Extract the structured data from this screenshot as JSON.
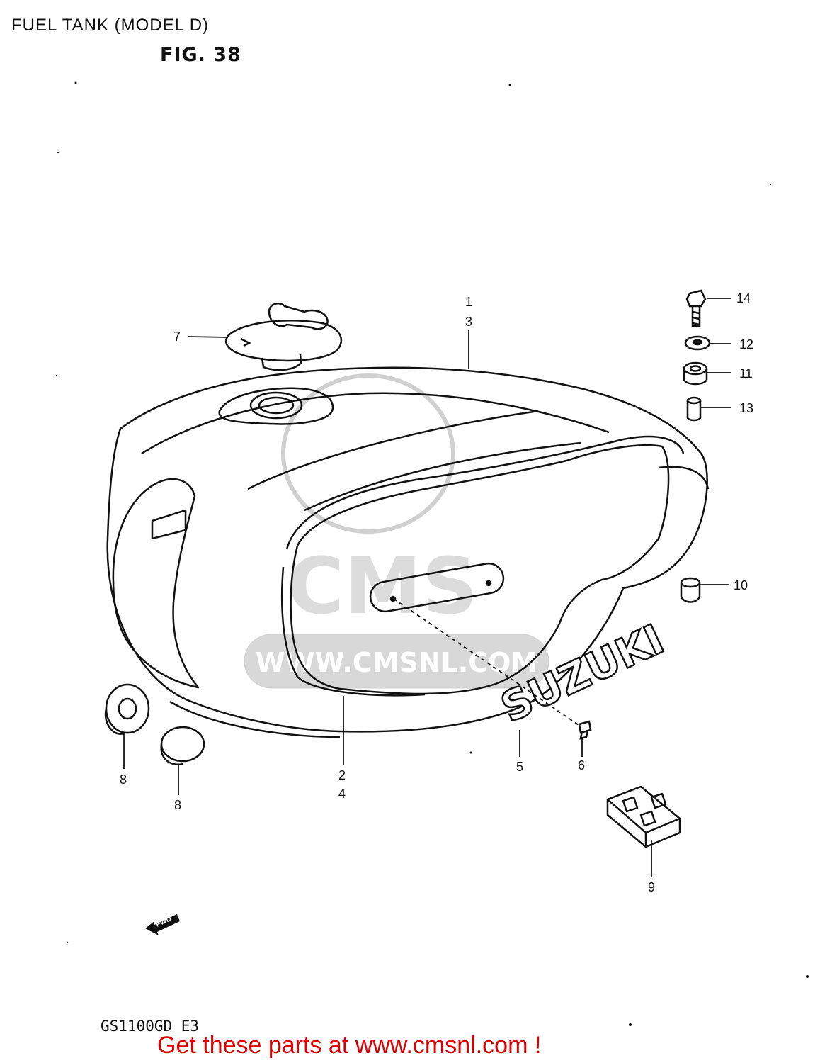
{
  "header": {
    "title": "FUEL TANK (MODEL D)",
    "figure": "FIG. 38"
  },
  "watermark": {
    "logo_text": "CMS",
    "url_text": "WWW.CMSNL.COM"
  },
  "emblem": {
    "text": "SUZUKI"
  },
  "fwd_arrow": {
    "text": "FWD"
  },
  "callouts": [
    "1",
    "3",
    "2",
    "4",
    "5",
    "6",
    "7",
    "8",
    "8",
    "9",
    "10",
    "11",
    "12",
    "13",
    "14"
  ],
  "footer": {
    "model_code": "GS1100GD E3",
    "promo": "Get these parts at www.cmsnl.com !"
  },
  "colors": {
    "line": "#111111",
    "promo": "#dd0000",
    "watermark": "#d8d8d8"
  }
}
